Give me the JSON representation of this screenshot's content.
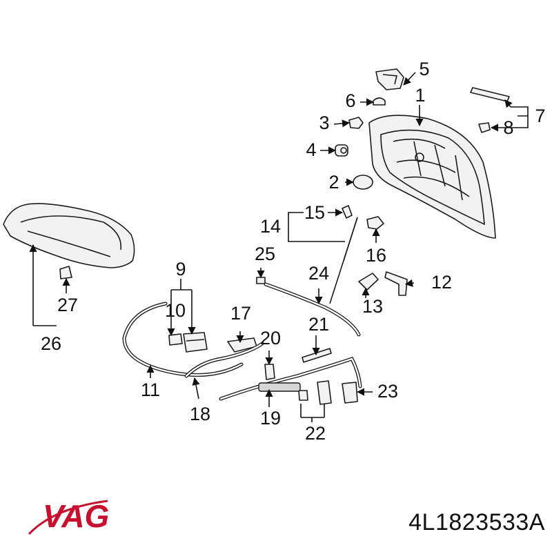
{
  "diagram": {
    "callouts": [
      "1",
      "2",
      "3",
      "4",
      "5",
      "6",
      "7",
      "8",
      "9",
      "10",
      "11",
      "12",
      "13",
      "14",
      "15",
      "16",
      "17",
      "18",
      "19",
      "20",
      "21",
      "22",
      "23",
      "24",
      "25",
      "26",
      "27"
    ]
  },
  "brand": {
    "logo_text": "VAG",
    "logo_color": "#c8102e"
  },
  "part_number": "4L1823533A",
  "colors": {
    "line": "#1a1a1a",
    "fill": "#f2f2f2",
    "text": "#111111"
  }
}
